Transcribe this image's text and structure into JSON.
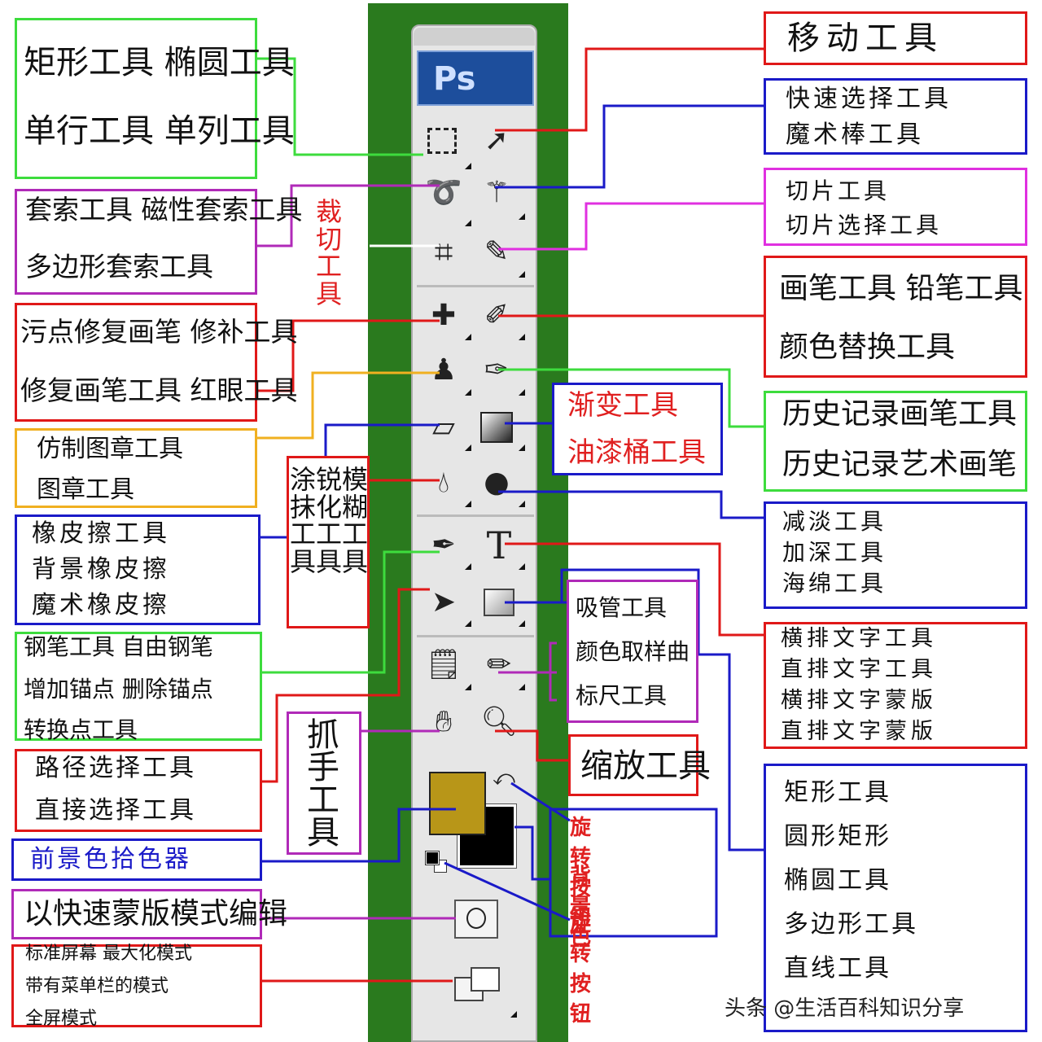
{
  "toolbar": {
    "logo": "Ps"
  },
  "left": {
    "marquee": {
      "line1": "矩形工具  椭圆工具",
      "line2": "单行工具  单列工具"
    },
    "lasso": {
      "line1": "套索工具   磁性套索工具",
      "line2": "多边形套索工具"
    },
    "crop_vertical": [
      "裁",
      "切",
      "工",
      "具"
    ],
    "healing": {
      "line1": "污点修复画笔   修补工具",
      "line2": "修复画笔工具   红眼工具"
    },
    "clone": {
      "line1": "仿制图章工具",
      "line2": "图章工具"
    },
    "eraser": {
      "line1": "橡皮擦工具",
      "line2": "背景橡皮擦",
      "line3": "魔术橡皮擦"
    },
    "blur_cols": [
      [
        "涂",
        "抹",
        "工",
        "具"
      ],
      [
        "锐",
        "化",
        "工",
        "具"
      ],
      [
        "模",
        "糊",
        "工",
        "具"
      ]
    ],
    "pen": {
      "line1": "钢笔工具     自由钢笔",
      "line2": "增加锚点     删除锚点",
      "line3": "转换点工具"
    },
    "path": {
      "line1": "路径选择工具",
      "line2": "直接选择工具"
    },
    "hand_vertical": [
      "抓",
      "手",
      "工",
      "具"
    ],
    "foreground": "前景色拾色器",
    "quickmask": "以快速蒙版模式编辑",
    "screen": {
      "line1": "标准屏幕    最大化模式",
      "line2": "带有菜单栏的模式",
      "line3": "全屏模式"
    }
  },
  "right": {
    "move": "移动工具",
    "quickselect": {
      "line1": "快速选择工具",
      "line2": "魔术棒工具"
    },
    "slice": {
      "line1": "切片工具",
      "line2": "切片选择工具"
    },
    "brush": {
      "line1": "画笔工具   铅笔工具",
      "line2": "颜色替换工具"
    },
    "gradient": {
      "line1": "渐变工具",
      "line2": "油漆桶工具"
    },
    "history": {
      "line1": "历史记录画笔工具",
      "line2": "历史记录艺术画笔"
    },
    "dodge": {
      "line1": "减淡工具",
      "line2": "加深工具",
      "line3": "海绵工具"
    },
    "eyedropper": {
      "line1": "吸管工具",
      "line2": "颜色取样曲",
      "line3": "标尺工具"
    },
    "type": {
      "line1": "横排文字工具",
      "line2": "直排文字工具",
      "line3": "横排文字蒙版",
      "line4": "直排文字蒙版"
    },
    "zoom": "缩放工具",
    "swap": {
      "line1": "旋转按钮",
      "line2": "背 景 色",
      "line3": "旋转按钮"
    },
    "shape": {
      "line1": "矩形工具",
      "line2": "圆形矩形",
      "line3": "椭圆工具",
      "line4": "多边形工具",
      "line5": "直线工具"
    }
  },
  "watermark": "头条 @生活百科知识分享",
  "colors": {
    "foreground": "#b89618",
    "background": "#000000",
    "panel_green": "#2a7a1e",
    "logo_blue": "#1d4e9c"
  }
}
